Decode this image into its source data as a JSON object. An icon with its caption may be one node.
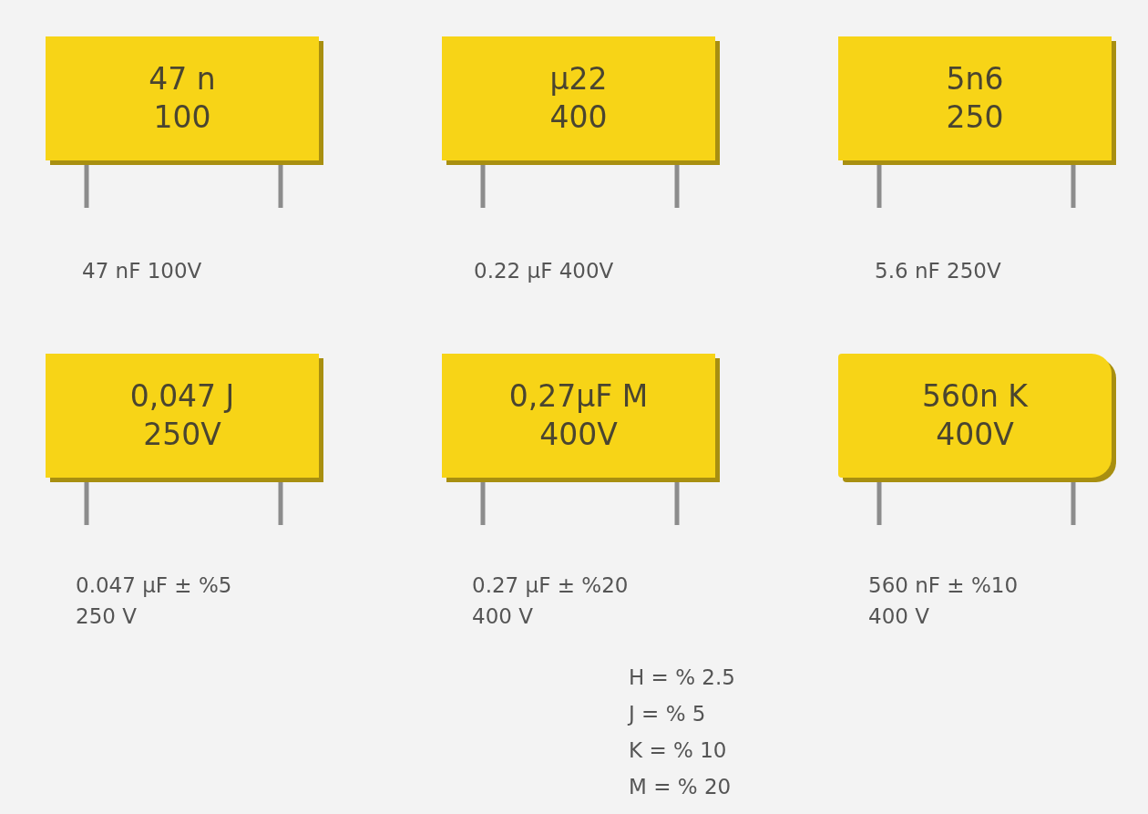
{
  "diagram": {
    "nodes": [
      {
        "text": [
          "47 n 100"
        ]
      },
      {
        "text": [
          "µ22 400"
        ]
      },
      {
        "text": [
          "5n6 250"
        ]
      },
      {
        "text": [
          "0,047 J 250V"
        ]
      },
      {
        "text": [
          "0,27µF M 400V"
        ]
      },
      {
        "text": [
          "560n K 400V"
        ]
      }
    ],
    "labels": [
      "47 nF 100V",
      "0.22 µF 400V",
      "5.6 nF 250V",
      "0.047 µF ± %5 250 V",
      "0.27 µF ± %20 400 V",
      "560 nF ± %10 400 V",
      "H = % 2.5",
      "J = % 5",
      "K = % 10",
      "M = % 20"
    ]
  }
}
